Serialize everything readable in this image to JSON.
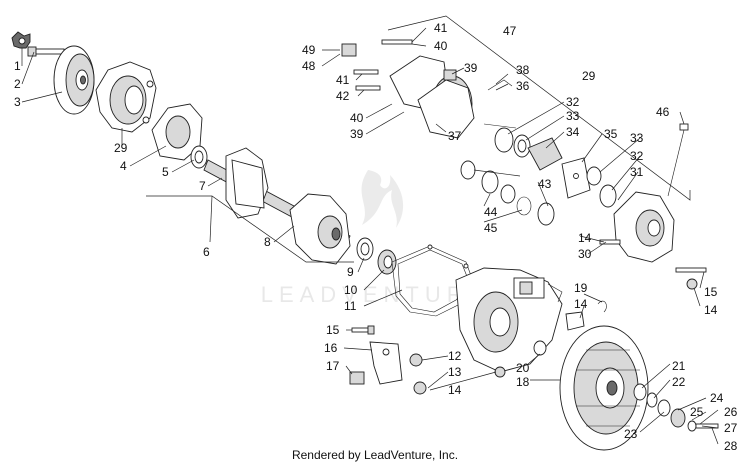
{
  "watermark": {
    "text": "LEADVENTURE"
  },
  "footer": {
    "credit": "Rendered by LeadVenture, Inc."
  },
  "callouts": [
    {
      "id": "c1",
      "text": "1"
    },
    {
      "id": "c2",
      "text": "2"
    },
    {
      "id": "c3",
      "text": "3"
    },
    {
      "id": "c29a",
      "text": "29"
    },
    {
      "id": "c4",
      "text": "4"
    },
    {
      "id": "c5",
      "text": "5"
    },
    {
      "id": "c7",
      "text": "7"
    },
    {
      "id": "c6",
      "text": "6"
    },
    {
      "id": "c8",
      "text": "8"
    },
    {
      "id": "c9",
      "text": "9"
    },
    {
      "id": "c10",
      "text": "10"
    },
    {
      "id": "c11",
      "text": "11"
    },
    {
      "id": "c15a",
      "text": "15"
    },
    {
      "id": "c16",
      "text": "16"
    },
    {
      "id": "c17",
      "text": "17"
    },
    {
      "id": "c12",
      "text": "12"
    },
    {
      "id": "c13",
      "text": "13"
    },
    {
      "id": "c14a",
      "text": "14"
    },
    {
      "id": "c49",
      "text": "49"
    },
    {
      "id": "c48",
      "text": "48"
    },
    {
      "id": "c41a",
      "text": "41"
    },
    {
      "id": "c40a",
      "text": "40"
    },
    {
      "id": "c47",
      "text": "47"
    },
    {
      "id": "c39a",
      "text": "39"
    },
    {
      "id": "c41b",
      "text": "41"
    },
    {
      "id": "c42",
      "text": "42"
    },
    {
      "id": "c38",
      "text": "38"
    },
    {
      "id": "c36",
      "text": "36"
    },
    {
      "id": "c29b",
      "text": "29"
    },
    {
      "id": "c40b",
      "text": "40"
    },
    {
      "id": "c39b",
      "text": "39"
    },
    {
      "id": "c37",
      "text": "37"
    },
    {
      "id": "c32a",
      "text": "32"
    },
    {
      "id": "c33a",
      "text": "33"
    },
    {
      "id": "c34",
      "text": "34"
    },
    {
      "id": "c35",
      "text": "35"
    },
    {
      "id": "c46",
      "text": "46"
    },
    {
      "id": "c33b",
      "text": "33"
    },
    {
      "id": "c32b",
      "text": "32"
    },
    {
      "id": "c31",
      "text": "31"
    },
    {
      "id": "c43",
      "text": "43"
    },
    {
      "id": "c44",
      "text": "44"
    },
    {
      "id": "c45",
      "text": "45"
    },
    {
      "id": "c14b",
      "text": "14"
    },
    {
      "id": "c30",
      "text": "30"
    },
    {
      "id": "c15b",
      "text": "15"
    },
    {
      "id": "c14c",
      "text": "14"
    },
    {
      "id": "c19",
      "text": "19"
    },
    {
      "id": "c14d",
      "text": "14"
    },
    {
      "id": "c20",
      "text": "20"
    },
    {
      "id": "c18",
      "text": "18"
    },
    {
      "id": "c21",
      "text": "21"
    },
    {
      "id": "c22",
      "text": "22"
    },
    {
      "id": "c24",
      "text": "24"
    },
    {
      "id": "c25",
      "text": "25"
    },
    {
      "id": "c26",
      "text": "26"
    },
    {
      "id": "c23",
      "text": "23"
    },
    {
      "id": "c27",
      "text": "27"
    },
    {
      "id": "c28",
      "text": "28"
    }
  ]
}
